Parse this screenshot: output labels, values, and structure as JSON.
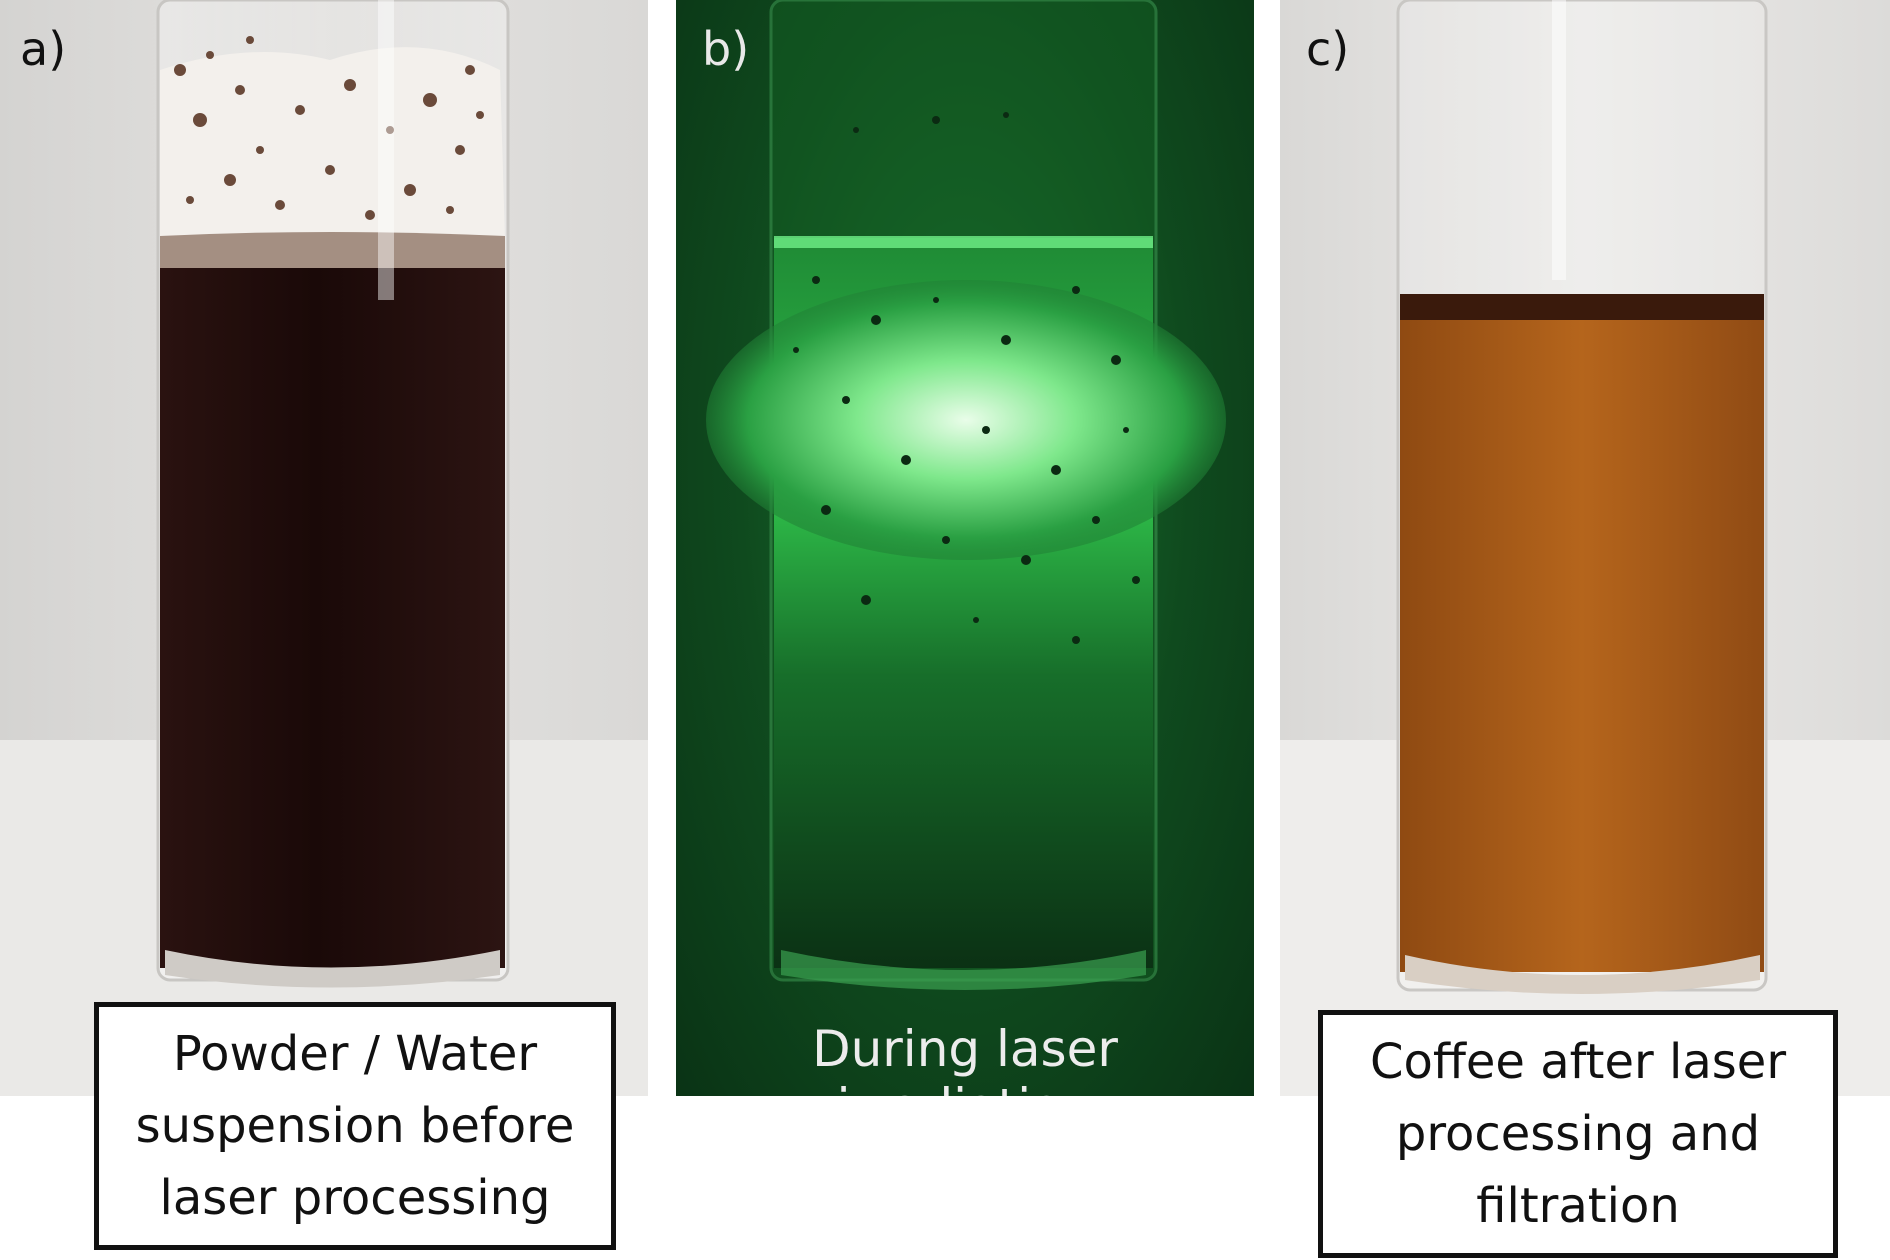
{
  "panels": [
    {
      "label": "a)",
      "caption": "Powder / Water\nsuspension before\nlaser processing",
      "colors": {
        "liquid": "#1e0c0a",
        "foam": "#f1eeea",
        "background": "#dcdbd9"
      }
    },
    {
      "label": "b)",
      "caption": "During laser irradiation",
      "colors": {
        "liquid": "#0e3b18",
        "glow": "#bdf5c4",
        "background": "#0f4a1e"
      }
    },
    {
      "label": "c)",
      "caption": "Coffee after laser\nprocessing and\nfiltration",
      "colors": {
        "liquid": "#a95c18",
        "background": "#e2e1df"
      }
    }
  ]
}
